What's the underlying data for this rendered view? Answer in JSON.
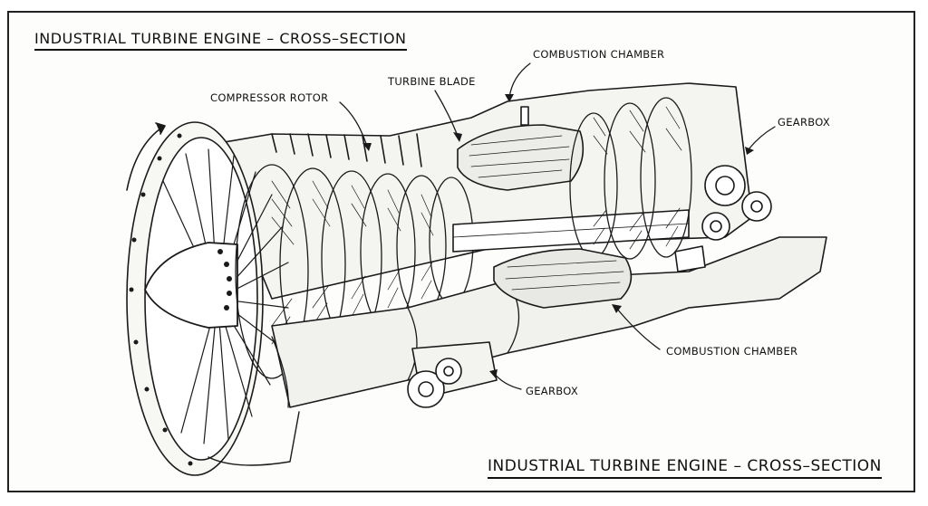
{
  "title_top": "INDUSTRIAL TURBINE ENGINE – CROSS–SECTION",
  "title_bottom": "INDUSTRIAL TURBINE ENGINE – CROSS–SECTION",
  "labels": {
    "combustion_chamber_top": "COMBUSTION CHAMBER",
    "turbine_blade": "TURBINE BLADE",
    "compressor_rotor": "COMPRESSOR ROTOR",
    "gearbox_right": "GEARBOX",
    "combustion_chamber_bottom": "COMBUSTION CHAMBER",
    "gearbox_bottom": "GEARBOX"
  },
  "colors": {
    "ink": "#1a1a1a",
    "paper": "#fdfdfb",
    "shade": "#d9d9d6"
  }
}
